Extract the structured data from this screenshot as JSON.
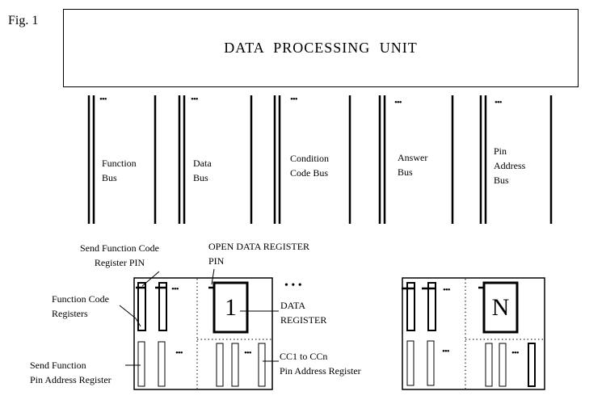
{
  "figure_label": "Fig. 1",
  "unit_title": "DATA PROCESSING UNIT",
  "buses": [
    {
      "name": "function-bus",
      "label": [
        "Function",
        "Bus"
      ]
    },
    {
      "name": "data-bus",
      "label": [
        "Data",
        "Bus"
      ]
    },
    {
      "name": "condition-code-bus",
      "label": [
        "Condition",
        "Code Bus"
      ]
    },
    {
      "name": "answer-bus",
      "label": [
        "Answer",
        "Bus"
      ]
    },
    {
      "name": "pin-address-bus",
      "label": [
        "Pin",
        "Address",
        "Bus"
      ]
    }
  ],
  "labels": {
    "send_function_code": [
      "Send Function Code",
      "Register PIN"
    ],
    "open_data_register": [
      "OPEN DATA REGISTER",
      "PIN"
    ],
    "function_code_registers": [
      "Function Code",
      "Registers"
    ],
    "data_register": [
      "DATA",
      "REGISTER"
    ],
    "send_function_pin": [
      "Send Function",
      "Pin Address Register"
    ],
    "cc_pin": [
      "CC1 to CCn",
      "Pin Address Register"
    ]
  },
  "module_1_number": "1",
  "module_n_number": "N",
  "ellipsis_small": "•••",
  "ellipsis_between": "•   •   •"
}
